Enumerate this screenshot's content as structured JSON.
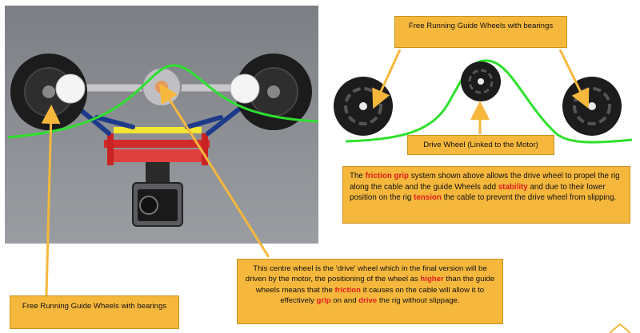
{
  "callouts": {
    "guide_top": "Free Running Guide Wheels with bearings",
    "drive_wheel": "Drive Wheel (Linked to the Motor)",
    "guide_bottom": "Free Running Guide Wheels with bearings"
  },
  "description": {
    "parts": [
      {
        "text": "The ",
        "hl": false
      },
      {
        "text": "friction grip",
        "hl": true
      },
      {
        "text": " system shown above allows the drive wheel to propel the rig along the cable and the guide Wheels add ",
        "hl": false
      },
      {
        "text": "stability",
        "hl": true
      },
      {
        "text": " and due to their lower position on the rig ",
        "hl": false
      },
      {
        "text": "tension",
        "hl": true
      },
      {
        "text": " the cable to prevent the drive wheel from slipping.",
        "hl": false
      }
    ]
  },
  "centre_note": {
    "parts": [
      {
        "text": "This centre wheel is the ‘drive’ wheel which in the final version will be driven by the motor, the positioning of the wheel as ",
        "hl": false
      },
      {
        "text": "higher",
        "hl": true
      },
      {
        "text": " than the guide wheels means that the ",
        "hl": false
      },
      {
        "text": "friction",
        "hl": true
      },
      {
        "text": " it causes on the cable will allow it to effectively ",
        "hl": false
      },
      {
        "text": "grip",
        "hl": true
      },
      {
        "text": " on and ",
        "hl": false
      },
      {
        "text": "drive",
        "hl": true
      },
      {
        "text": " the rig without slippage.",
        "hl": false
      }
    ]
  },
  "colors": {
    "callout_fill": "#f5b83d",
    "highlight_text": "#e01e1e",
    "cable_green": "#2ee02e",
    "wheel_black": "#1c1c1c"
  }
}
